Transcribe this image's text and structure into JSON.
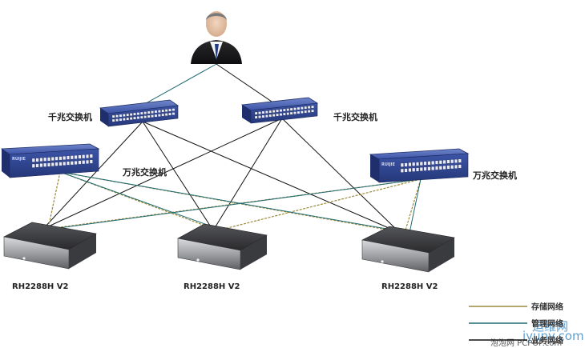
{
  "nodes": {
    "user": {
      "label": ""
    },
    "gsw1": {
      "label": "千兆交换机"
    },
    "gsw2": {
      "label": "千兆交换机"
    },
    "tsw1": {
      "label": "万兆交换机"
    },
    "tsw2": {
      "label": "万兆交换机"
    },
    "srv1": {
      "label": "RH2288H V2"
    },
    "srv2": {
      "label": "RH2288H V2"
    },
    "srv3": {
      "label": "RH2288H V2"
    }
  },
  "switch_brand": "RUIJIE",
  "colors": {
    "storage": "#9a8a3a",
    "management": "#1f6b73",
    "business": "#111111",
    "switch_blue": "#2d3f8f",
    "server_dark": "#2c2c2e"
  },
  "links": [
    {
      "from": "user",
      "to": "gsw1",
      "type": "management"
    },
    {
      "from": "user",
      "to": "gsw2",
      "type": "business"
    },
    {
      "from": "gsw1",
      "to": "srv1",
      "type": "business"
    },
    {
      "from": "gsw1",
      "to": "srv2",
      "type": "business"
    },
    {
      "from": "gsw1",
      "to": "srv3",
      "type": "business"
    },
    {
      "from": "gsw2",
      "to": "srv1",
      "type": "business"
    },
    {
      "from": "gsw2",
      "to": "srv2",
      "type": "business"
    },
    {
      "from": "gsw2",
      "to": "srv3",
      "type": "business"
    },
    {
      "from": "tsw1",
      "to": "srv1",
      "type": "storage"
    },
    {
      "from": "tsw1",
      "to": "srv2",
      "type": "storage"
    },
    {
      "from": "tsw1",
      "to": "srv3",
      "type": "storage"
    },
    {
      "from": "tsw2",
      "to": "srv1",
      "type": "storage"
    },
    {
      "from": "tsw2",
      "to": "srv2",
      "type": "storage"
    },
    {
      "from": "tsw2",
      "to": "srv3",
      "type": "storage"
    },
    {
      "from": "tsw1",
      "to": "srv2",
      "type": "management"
    },
    {
      "from": "tsw1",
      "to": "srv3",
      "type": "management"
    },
    {
      "from": "tsw2",
      "to": "srv1",
      "type": "management"
    },
    {
      "from": "tsw2",
      "to": "srv3",
      "type": "management"
    }
  ],
  "legend": [
    {
      "type": "storage",
      "label": "存储网络"
    },
    {
      "type": "management",
      "label": "管理网络"
    },
    {
      "type": "business",
      "label": "业务网络"
    }
  ],
  "watermark": {
    "title": "运维网",
    "site": "iyunv.com",
    "footer": "泡泡网 PCPOP.com"
  }
}
